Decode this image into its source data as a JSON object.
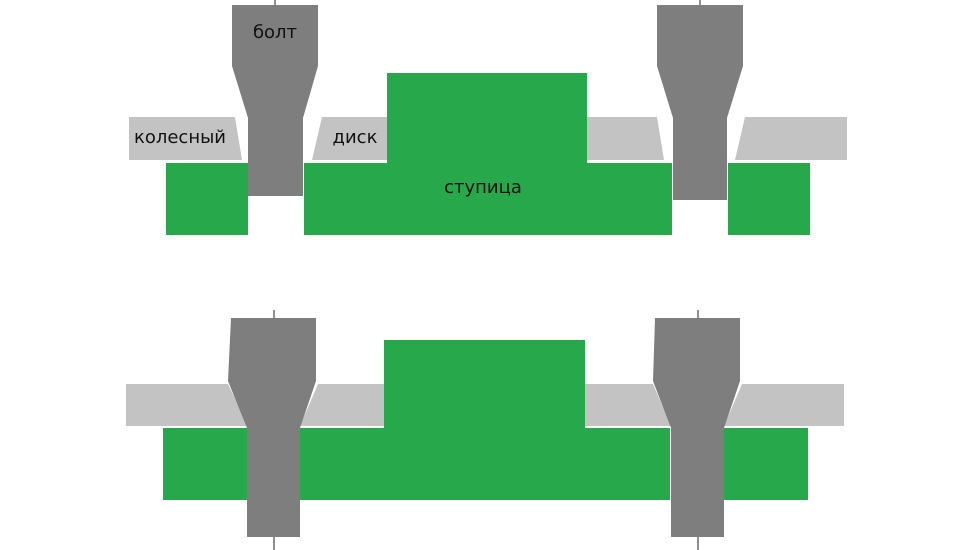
{
  "labels": {
    "bolt": "болт",
    "wheel_word1": "колесный",
    "wheel_word2": "диск",
    "hub": "ступица"
  },
  "colors": {
    "hub_green": "#27a84a",
    "disk_gray": "#c3c3c3",
    "bolt_gray": "#7e7e7e",
    "axis_line": "#222222",
    "label_text": "#111111"
  }
}
